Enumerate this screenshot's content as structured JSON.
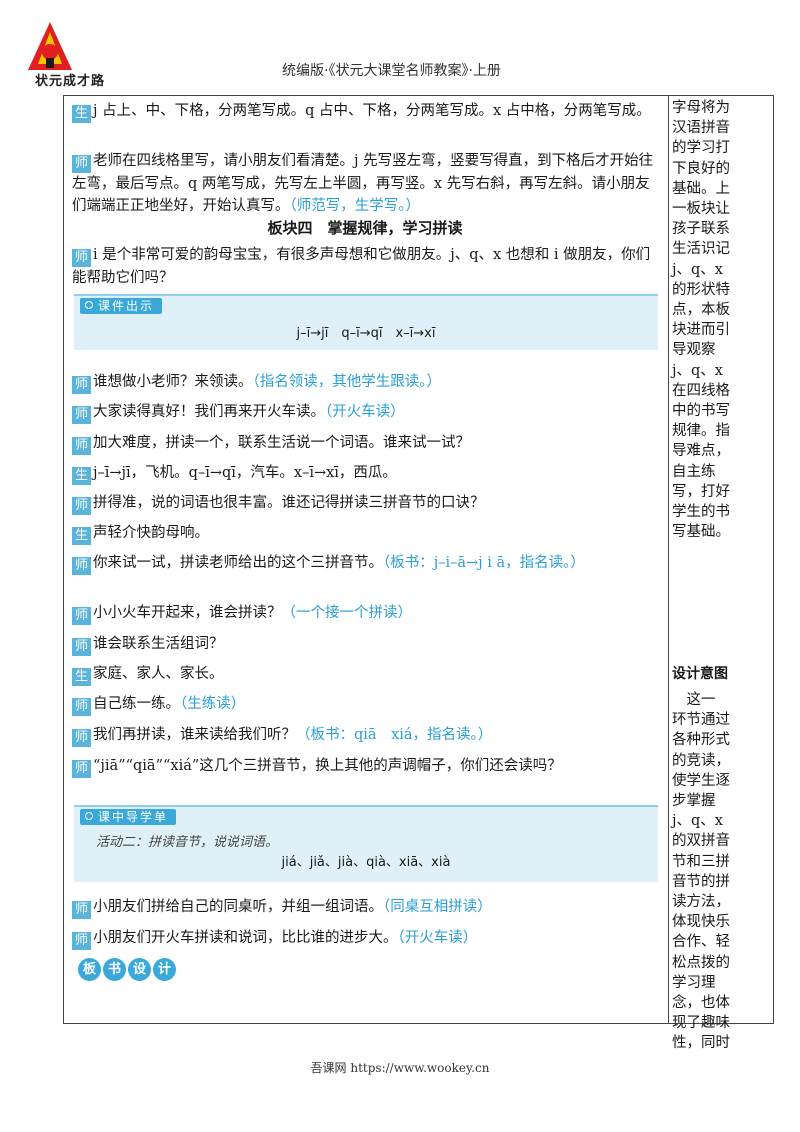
{
  "header": {
    "logo_text": "状元成才路",
    "title": "统编版·《状元大课堂名师教案》·上册"
  },
  "roles": {
    "student": "生",
    "teacher": "师"
  },
  "main": {
    "p1": "j 占上、中、下格，分两笔写成。q 占中、下格，分两笔写成。x 占中格，分两笔写成。",
    "p2": "老师在四线格里写，请小朋友们看清楚。j 先写竖左弯，竖要写得直，到下格后才开始往左弯，最后写点。q 两笔写成，先写左上半圆，再写竖。x 先写右斜，再写左斜。请小朋友们端端正正地坐好，开始认真写。",
    "p2_note": "（师范写，生学写。）",
    "section_title": "板块四　掌握规律，学习拼读",
    "p3": "i 是个非常可爱的韵母宝宝，有很多声母想和它做朋友。j、q、x 也想和 i 做朋友，你们能帮助它们吗？",
    "banner1_label": "课件出示",
    "banner1_text": "j–ī→jī　q–ī→qī　x–ī→xī",
    "p4": "谁想做小老师？来领读。",
    "p4_note": "（指名领读，其他学生跟读。）",
    "p5": "大家读得真好！我们再来开火车读。",
    "p5_note": "（开火车读）",
    "p6": "加大难度，拼读一个，联系生活说一个词语。谁来试一试？",
    "p7": "j–ī→jī，飞机。q–ī→qī，汽车。x–ī→xī，西瓜。",
    "p8": "拼得准，说的词语也很丰富。谁还记得拼读三拼音节的口诀？",
    "p9": "声轻介快韵母响。",
    "p10": "你来试一试，拼读老师给出的这个三拼音节。",
    "p10_note": "（板书：j–i–ā→j i ā，指名读。）",
    "p11": "小小火车开起来，谁会拼读？",
    "p11_note": "（一个接一个拼读）",
    "p12": "谁会联系生活组词？",
    "p13": "家庭、家人、家长。",
    "p14": "自己练一练。",
    "p14_note": "（生练读）",
    "p15": "我们再拼读，谁来读给我们听？",
    "p15_note": "（板书：qiā　xiá，指名读。）",
    "p16": "“jiā”“qiā”“xiá”这几个三拼音节，换上其他的声调帽子，你们还会读吗？",
    "banner2_label": "课中导学单",
    "banner2_hand": "活动二：拼读音节，说说词语。",
    "banner2_text": "jiá、jiǎ、jià、qià、xiā、xià",
    "p17": "小朋友们拼给自己的同桌听，并组一组词语。",
    "p17_note": "（同桌互相拼读）",
    "p18": "小朋友们开火车拼读和说词，比比谁的进步大。",
    "p18_note": "（开火车读）",
    "board_badges": [
      "板",
      "书",
      "设",
      "计"
    ]
  },
  "sidebar": {
    "text1": [
      "字母将为",
      "汉语拼音",
      "的学习打",
      "下良好的",
      "基础。上",
      "一板块让",
      "孩子联系",
      "生活识记",
      "j、q、x",
      "的形状特",
      "点，本板",
      "块进而引",
      "导观察",
      "j、q、x",
      "在四线格",
      "中的书写",
      "规律。指",
      "导难点，",
      "自主练",
      "写，打好",
      "学生的书",
      "写基础。"
    ],
    "head": "设计意图",
    "text2": [
      "　这一",
      "环节通过",
      "各种形式",
      "的竞读，",
      "使学生逐",
      "步掌握",
      "j、q、x",
      "的双拼音",
      "节和三拼",
      "音节的拼",
      "读方法，",
      "体现快乐",
      "合作、轻",
      "松点拨的",
      "学习理",
      "念，也体",
      "现了趣味",
      "性，同时"
    ]
  },
  "footer": "吾课网 https://www.wookey.cn"
}
